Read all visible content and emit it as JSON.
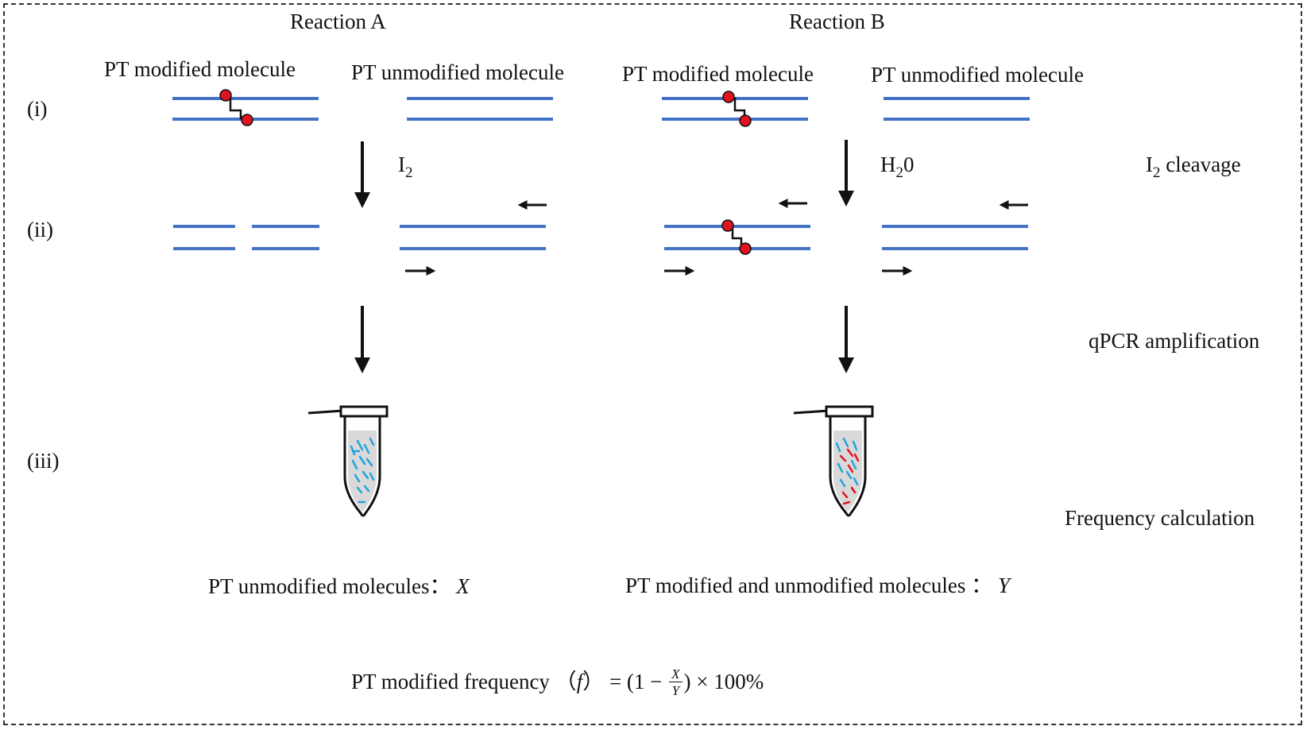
{
  "headers": {
    "reaction_a": "Reaction A",
    "reaction_b": "Reaction B"
  },
  "molecules": {
    "a_modified": "PT modified molecule",
    "a_unmodified": "PT unmodified molecule",
    "b_modified": "PT modified molecule",
    "b_unmodified": "PT unmodified molecule"
  },
  "steps": {
    "i": "(i)",
    "ii": "(ii)",
    "iii": "(iii)"
  },
  "reagents": {
    "a_main": "I",
    "a_sub": "2",
    "b_main": "H",
    "b_sub": "2",
    "b_tail": "0"
  },
  "stage_labels": {
    "cleavage_main": "I",
    "cleavage_sub": "2",
    "cleavage_tail": " cleavage",
    "qpcr": "qPCR amplification",
    "frequency": "Frequency calculation"
  },
  "results": {
    "a_text": "PT unmodified molecules：",
    "a_var": "X",
    "b_text": "PT modified and unmodified molecules ：",
    "b_var": "Y"
  },
  "formula": {
    "lhs": "PT modified frequency （",
    "f": "f",
    "rparen": "）",
    "eq": " = (1 − ",
    "num": "X",
    "den": "Y",
    "tail": ") × 100%"
  },
  "colors": {
    "dna_strand": "#4472c4",
    "pt_mark": "#e0141e",
    "blue_fragment": "#1fa3e0",
    "red_fragment": "#e0141e",
    "tube_fill": "#d9d9d9"
  },
  "icons": {
    "arrow": "down-arrow",
    "primer": "primer-arrow",
    "tube": "pcr-tube"
  }
}
